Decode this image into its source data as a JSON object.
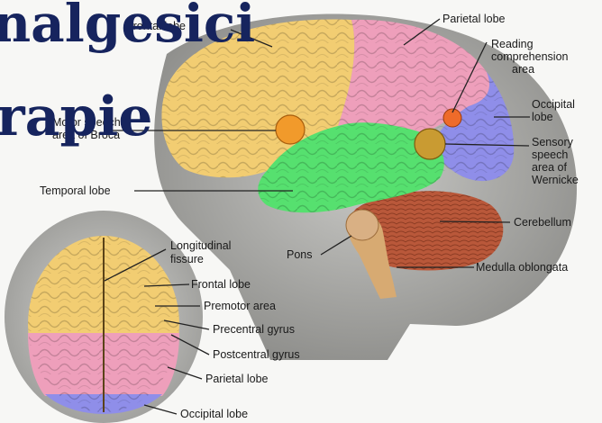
{
  "title_fragments": [
    "nalgesici",
    "rapie"
  ],
  "colors": {
    "frontal": "#f2cd72",
    "parietal": "#ee9fbb",
    "temporal": "#56e06f",
    "occipital": "#8f8ee9",
    "cerebellum": "#b9583a",
    "brainstem": "#d7aa72",
    "speech_area": "#f19a2b",
    "title": "#16245e"
  },
  "lateral_view": {
    "labels": {
      "frontal_lobe": "Frontal lobe",
      "parietal_lobe": "Parietal lobe",
      "reading_area_1": "Reading",
      "reading_area_2": "comprehension",
      "reading_area_3": "area",
      "motor_speech_1": "Motor speech",
      "motor_speech_2": "area of Broca",
      "occipital_lobe_1": "Occipital",
      "occipital_lobe_2": "lobe",
      "sensory_speech_1": "Sensory",
      "sensory_speech_2": "speech",
      "sensory_speech_3": "area of",
      "sensory_speech_4": "Wernicke",
      "temporal_lobe": "Temporal lobe",
      "cerebellum": "Cerebellum",
      "pons": "Pons",
      "medulla": "Medulla oblongata"
    }
  },
  "superior_view": {
    "labels": {
      "longitudinal_fissure_1": "Longitudinal",
      "longitudinal_fissure_2": "fissure",
      "frontal_lobe": "Frontal lobe",
      "premotor_area": "Premotor area",
      "precentral_gyrus": "Precentral gyrus",
      "postcentral_gyrus": "Postcentral gyrus",
      "parietal_lobe": "Parietal lobe",
      "occipital_lobe": "Occipital lobe"
    }
  }
}
